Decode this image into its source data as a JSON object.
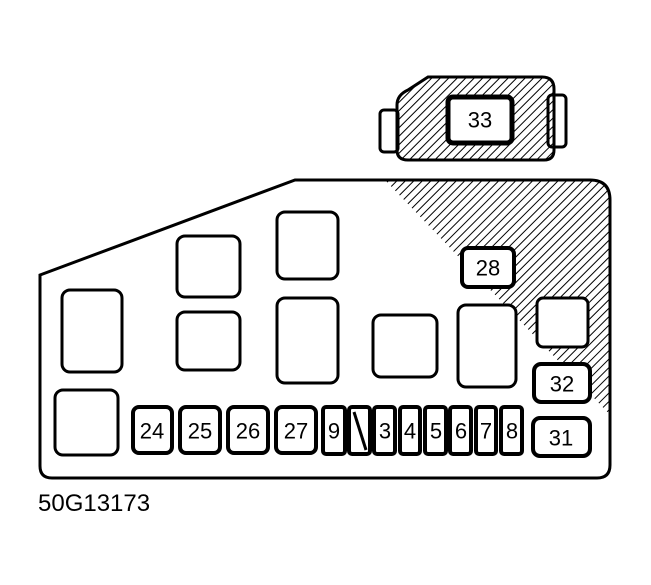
{
  "diagram": {
    "relay_block_label": "33",
    "fuse_labels": {
      "f28": "28",
      "f32": "32",
      "f31": "31",
      "f24": "24",
      "f25": "25",
      "f26": "26",
      "f27": "27",
      "f9": "9",
      "f3": "3",
      "f4": "4",
      "f5": "5",
      "f6": "6",
      "f7": "7",
      "f8": "8"
    },
    "figure_code": "50G13173",
    "colors": {
      "line": "#000000",
      "background": "#ffffff"
    }
  }
}
